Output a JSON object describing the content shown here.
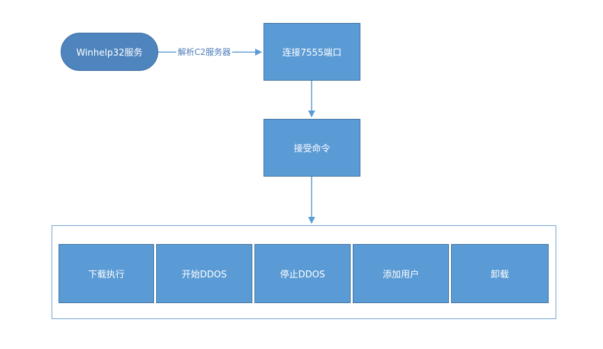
{
  "nodes": {
    "service": "Winhelp32服务",
    "connect": "连接7555端口",
    "receive": "接受命令"
  },
  "edge_label": "解析C2服务器",
  "commands": [
    "下载执行",
    "开始DDOS",
    "停止DDOS",
    "添加用户",
    "卸载"
  ],
  "colors": {
    "node_fill": "#5b9bd5",
    "node_border": "#41719c",
    "pill_fill": "#4e85be",
    "arrow": "#5b9bd5",
    "frame": "#6fa1d6"
  }
}
